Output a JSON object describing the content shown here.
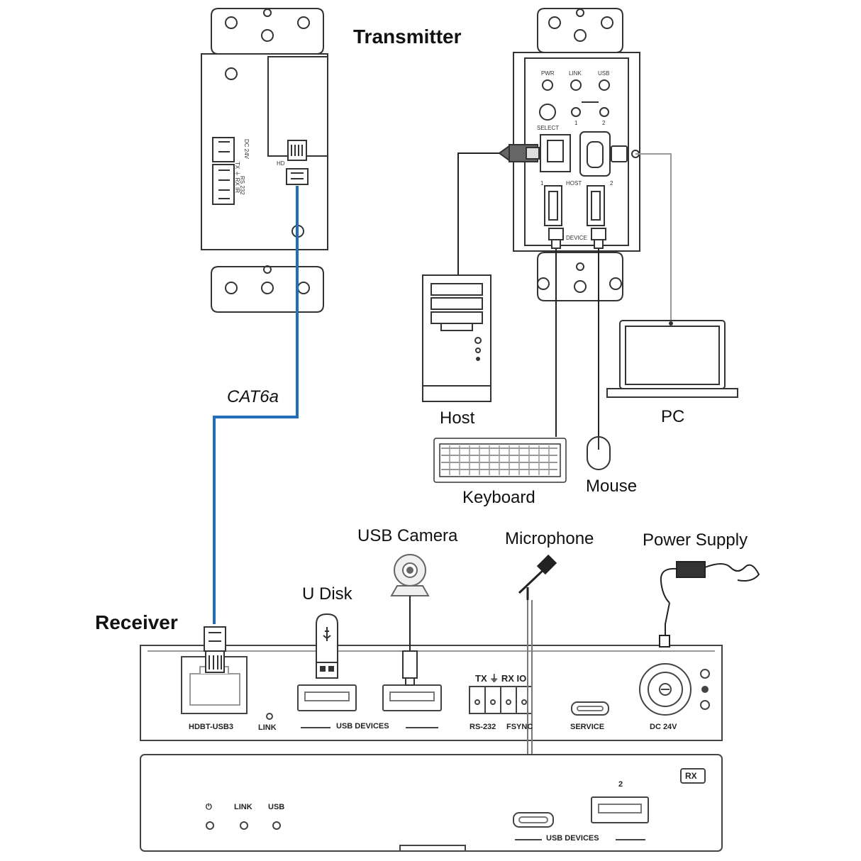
{
  "headings": {
    "transmitter": "Transmitter",
    "receiver": "Receiver"
  },
  "cable": {
    "label": "CAT6a",
    "color": "#1f6fc1"
  },
  "devices": {
    "host": "Host",
    "pc": "PC",
    "keyboard": "Keyboard",
    "mouse": "Mouse",
    "u_disk": "U Disk",
    "usb_camera": "USB Camera",
    "microphone": "Microphone",
    "power_supply": "Power Supply"
  },
  "transmitter_back": {
    "dc_label": "DC 24V",
    "rs232_label": "RS 232",
    "rs232_pins": "TX ⏚ RX IR",
    "hd_label": "HD"
  },
  "transmitter_front": {
    "leds": [
      "PWR",
      "LINK",
      "USB"
    ],
    "select": "SELECT",
    "select_nums": [
      "1",
      "2"
    ],
    "host": "HOST",
    "host_nums": [
      "1",
      "2"
    ],
    "device": "DEVICE"
  },
  "receiver_back": {
    "hdbt": "HDBT-USB3",
    "link": "LINK",
    "usb_devices": "USB DEVICES",
    "terminal_top": "TX ⏚ RX IO",
    "rs232": "RS-232",
    "fsync": "FSYNC",
    "service": "SERVICE",
    "dc": "DC 24V"
  },
  "receiver_front": {
    "badge": "RX",
    "leds": [
      "⏻",
      "LINK",
      "USB"
    ],
    "port_number": "2",
    "usb_devices": "USB DEVICES"
  }
}
